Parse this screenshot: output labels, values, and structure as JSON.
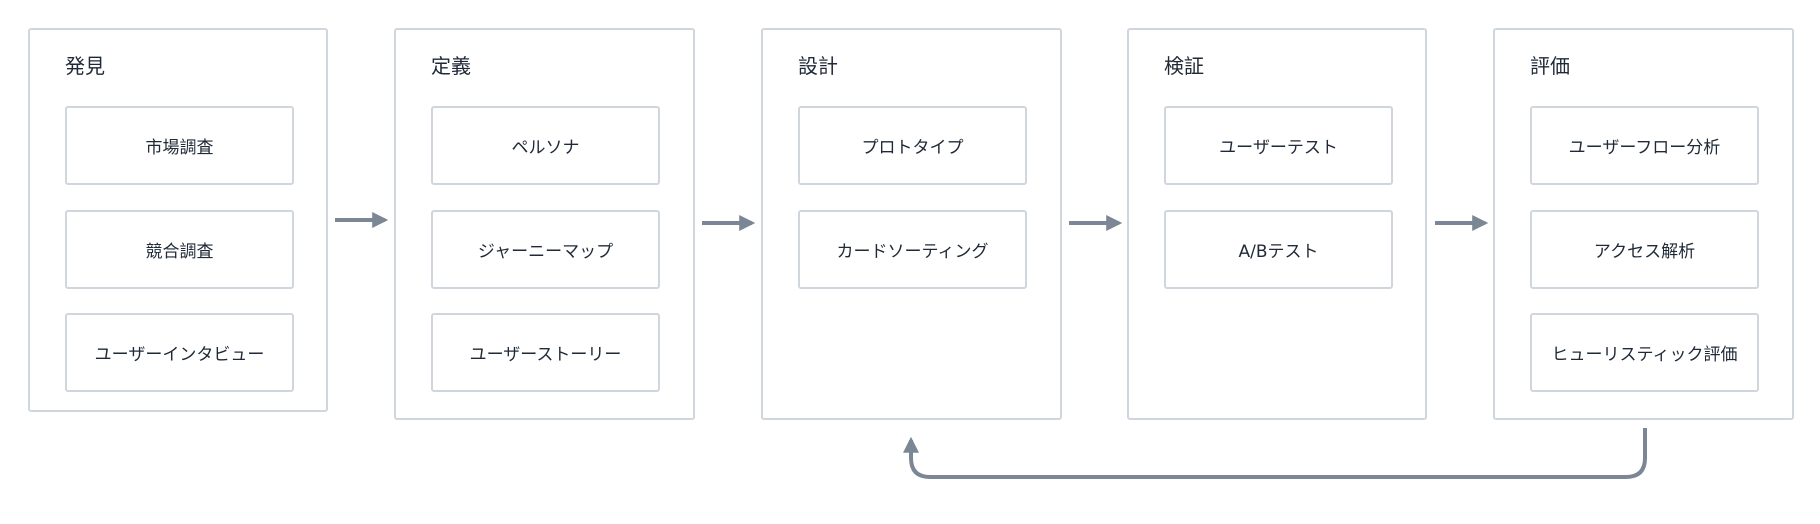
{
  "stages": [
    {
      "title": "発見",
      "items": [
        "市場調査",
        "競合調査",
        "ユーザーインタビュー"
      ]
    },
    {
      "title": "定義",
      "items": [
        "ペルソナ",
        "ジャーニーマップ",
        "ユーザーストーリー"
      ]
    },
    {
      "title": "設計",
      "items": [
        "プロトタイプ",
        "カードソーティング"
      ]
    },
    {
      "title": "検証",
      "items": [
        "ユーザーテスト",
        "A/Bテスト"
      ]
    },
    {
      "title": "評価",
      "items": [
        "ユーザーフロー分析",
        "アクセス解析",
        "ヒューリスティック評価"
      ]
    }
  ],
  "colors": {
    "border": "#cfd6de",
    "arrow": "#7b8794",
    "text": "#1f2937"
  }
}
